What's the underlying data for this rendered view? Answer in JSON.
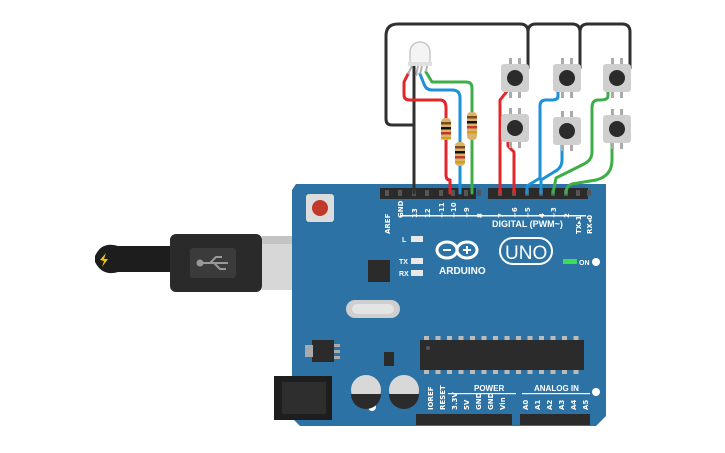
{
  "board": {
    "logo_text": "ARDUINO",
    "model": "UNO",
    "digital_header": "DIGITAL (PWM~)",
    "on_label": "ON",
    "led_l": "L",
    "led_tx": "TX",
    "led_rx": "RX",
    "power_label": "POWER",
    "analog_label": "ANALOG IN",
    "digital_pins": [
      "AREF",
      "GND",
      "13",
      "12",
      "~11",
      "~10",
      "~9",
      "8",
      "7",
      "~6",
      "~5",
      "4",
      "~3",
      "2",
      "TX▸1",
      "RX◂0"
    ],
    "power_pins": [
      "IOREF",
      "RESET",
      "3.3V",
      "5V",
      "GND",
      "GND",
      "Vin"
    ],
    "analog_pins": [
      "A0",
      "A1",
      "A2",
      "A3",
      "A4",
      "A5"
    ]
  },
  "components": {
    "led": "rgb-led",
    "resistors": 3,
    "pushbuttons": 6
  },
  "colors": {
    "board": "#2d72a4",
    "wire_red": "#e32629",
    "wire_green": "#3fae49",
    "wire_blue": "#1e90d8",
    "wire_black": "#303030",
    "header": "#2b2b2b"
  }
}
